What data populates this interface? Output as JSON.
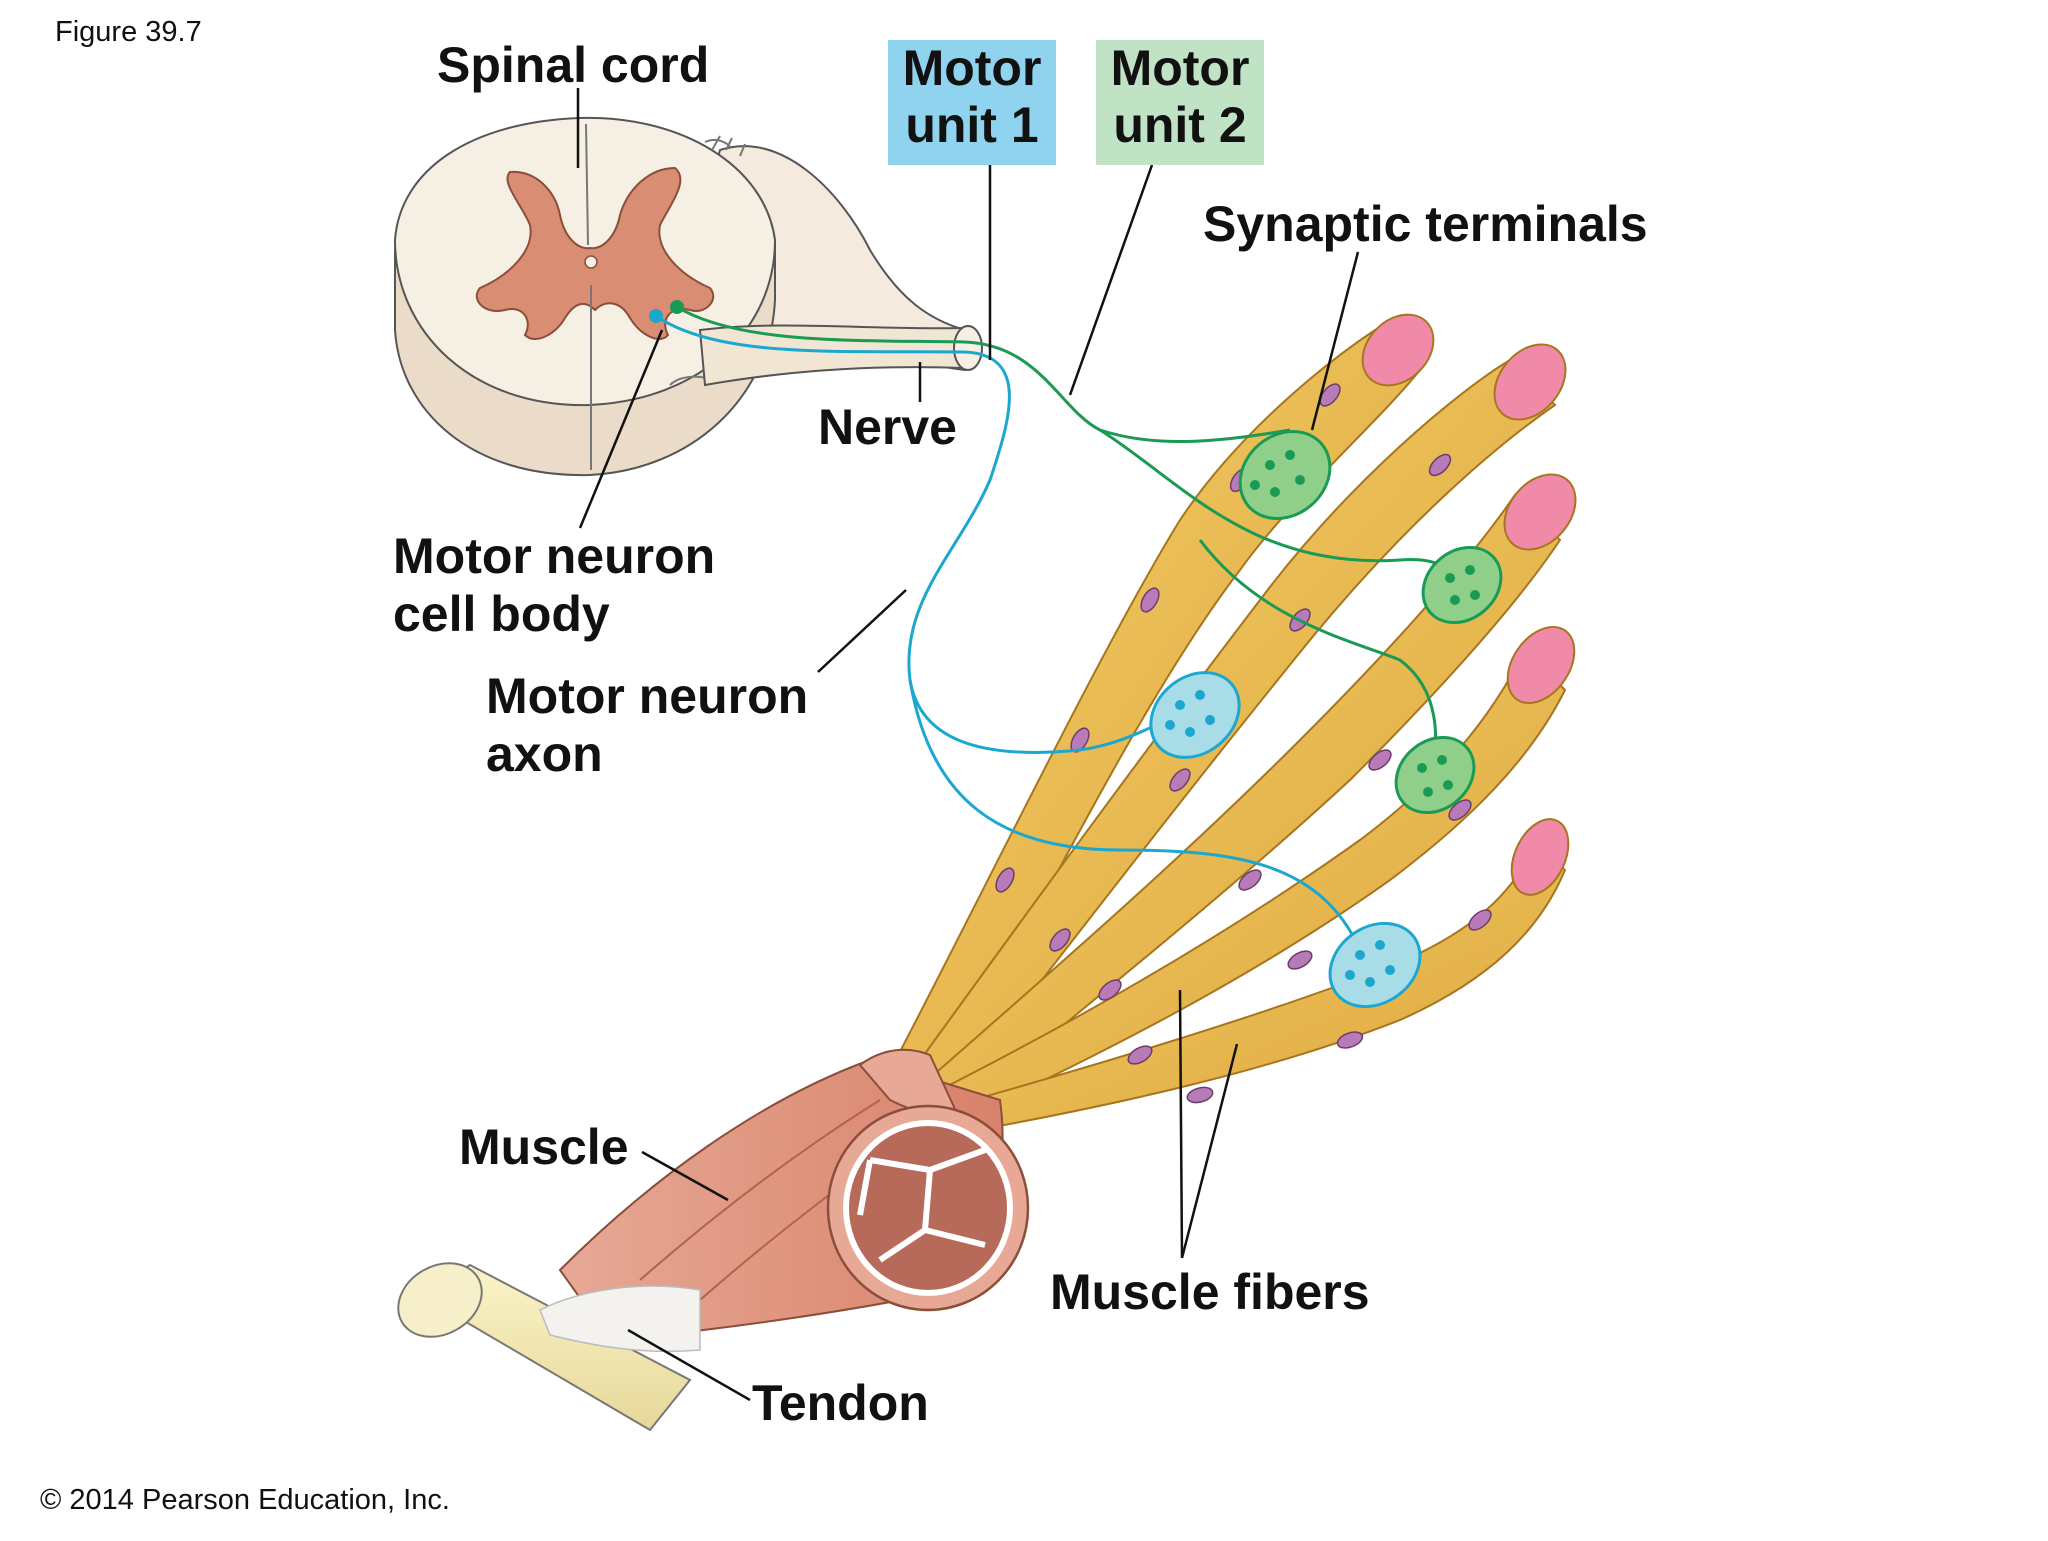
{
  "figure_label": "Figure 39.7",
  "labels": {
    "spinal_cord": "Spinal cord",
    "motor_unit_1": [
      "Motor",
      "unit 1"
    ],
    "motor_unit_2": [
      "Motor",
      "unit 2"
    ],
    "synaptic_terminals": "Synaptic terminals",
    "nerve": "Nerve",
    "motor_neuron_cell_body": [
      "Motor neuron",
      "cell body"
    ],
    "motor_neuron_axon": [
      "Motor neuron",
      "axon"
    ],
    "muscle": "Muscle",
    "muscle_fibers": "Muscle fibers",
    "tendon": "Tendon"
  },
  "copyright": "© 2014 Pearson Education, Inc.",
  "colors": {
    "motor_unit_1": "#1ba7d0",
    "motor_unit_2": "#1a9a55",
    "motor_unit_1_box": "#8fd3ef",
    "motor_unit_2_box": "#bfe3c4",
    "muscle_fiber": "#e9b84c",
    "fiber_end": "#f08aa8",
    "nucleus": "#b87bb8",
    "muscle": "#e49f8a",
    "gray_matter": "#d98d72",
    "spinal_cord": "#f4ebde",
    "tendon": "#f3eab6"
  }
}
